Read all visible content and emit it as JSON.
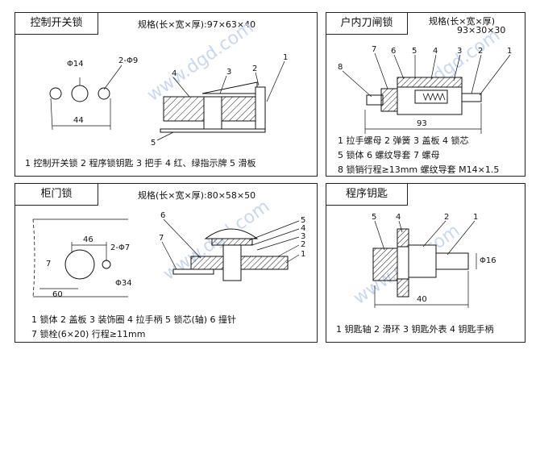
{
  "panels": {
    "switch_lock": {
      "title": "控制开关锁",
      "spec": "规格(长×宽×厚):97×63×40",
      "legend": [
        "1 控制开关锁  2 程序锁钥匙  3 把手  4 红、绿指示牌  5 滑板"
      ],
      "labels": {
        "d14": "Φ14",
        "d9": "2-Φ9",
        "w44": "44",
        "n1": "1",
        "n2": "2",
        "n3": "3",
        "n4": "4",
        "n5": "5"
      }
    },
    "indoor_lock": {
      "title": "户内刀闸锁",
      "spec": "规格(长×宽×厚)",
      "spec_dims": "93×30×30",
      "legend": [
        "1 拉手螺母  2 弹簧   3 盖板  4 锁芯",
        "5 锁体      6 螺纹导套        7 螺母",
        "8 锁销行程≥13mm  螺纹导套 M14×1.5"
      ],
      "labels": {
        "w93": "93",
        "n1": "1",
        "n2": "2",
        "n3": "3",
        "n4": "4",
        "n5": "5",
        "n6": "6",
        "n7": "7",
        "n8": "8"
      }
    },
    "cabinet_lock": {
      "title": "柜门锁",
      "spec": "规格(长×宽×厚):80×58×50",
      "legend": [
        "1 锁体  2 盖板  3 装饰圈  4 拉手柄  5 锁芯(轴)  6 撞针",
        "7 锁栓(6×20)  行程≥11mm"
      ],
      "labels": {
        "w46": "46",
        "w60": "60",
        "d7": "2-Φ7",
        "d34": "Φ34",
        "h7": "7",
        "n1": "1",
        "n2": "2",
        "n3": "3",
        "n4": "4",
        "n5": "5",
        "n6": "6",
        "n7": "7"
      }
    },
    "program_key": {
      "title": "程序钥匙",
      "legend": [
        "1 钥匙轴 2 滑环 3 钥匙外表 4 钥匙手柄"
      ],
      "labels": {
        "w40": "40",
        "d16": "Φ16",
        "n1": "1",
        "n2": "2",
        "n4": "4",
        "n5": "5"
      }
    }
  },
  "watermark": "www.dgd.com"
}
